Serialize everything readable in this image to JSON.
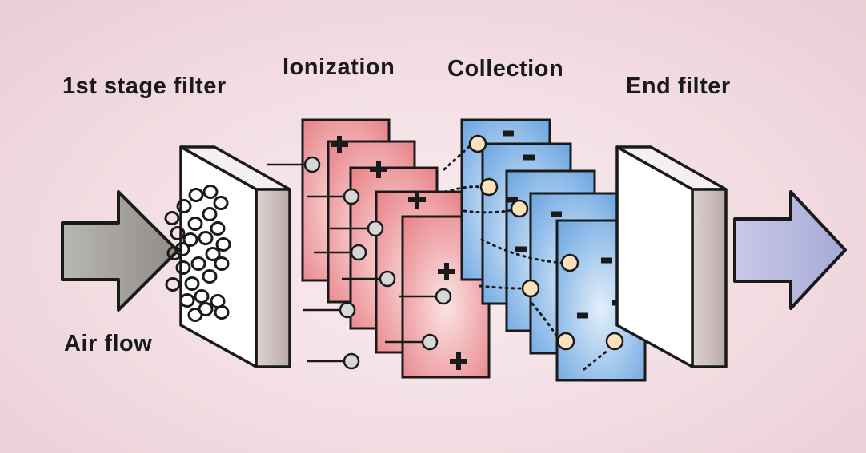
{
  "labels": {
    "first_stage": "1st stage filter",
    "ionization": "Ionization",
    "collection": "Collection",
    "end_filter": "End filter",
    "air_flow": "Air flow"
  },
  "symbols": {
    "positive": "+",
    "negative": "−"
  },
  "colors": {
    "background": "#f3e0e5",
    "inlet_arrow": "#a9a6a0",
    "outlet_arrow": "#b4b6dc",
    "ionization_plate": "#ea8f94",
    "collection_plate": "#7fb0e4",
    "filter_face": "#ffffff",
    "filter_side": "#cdbfbd",
    "particle_neutral": "#d7d7d7",
    "particle_charged": "#fbe2bd"
  }
}
